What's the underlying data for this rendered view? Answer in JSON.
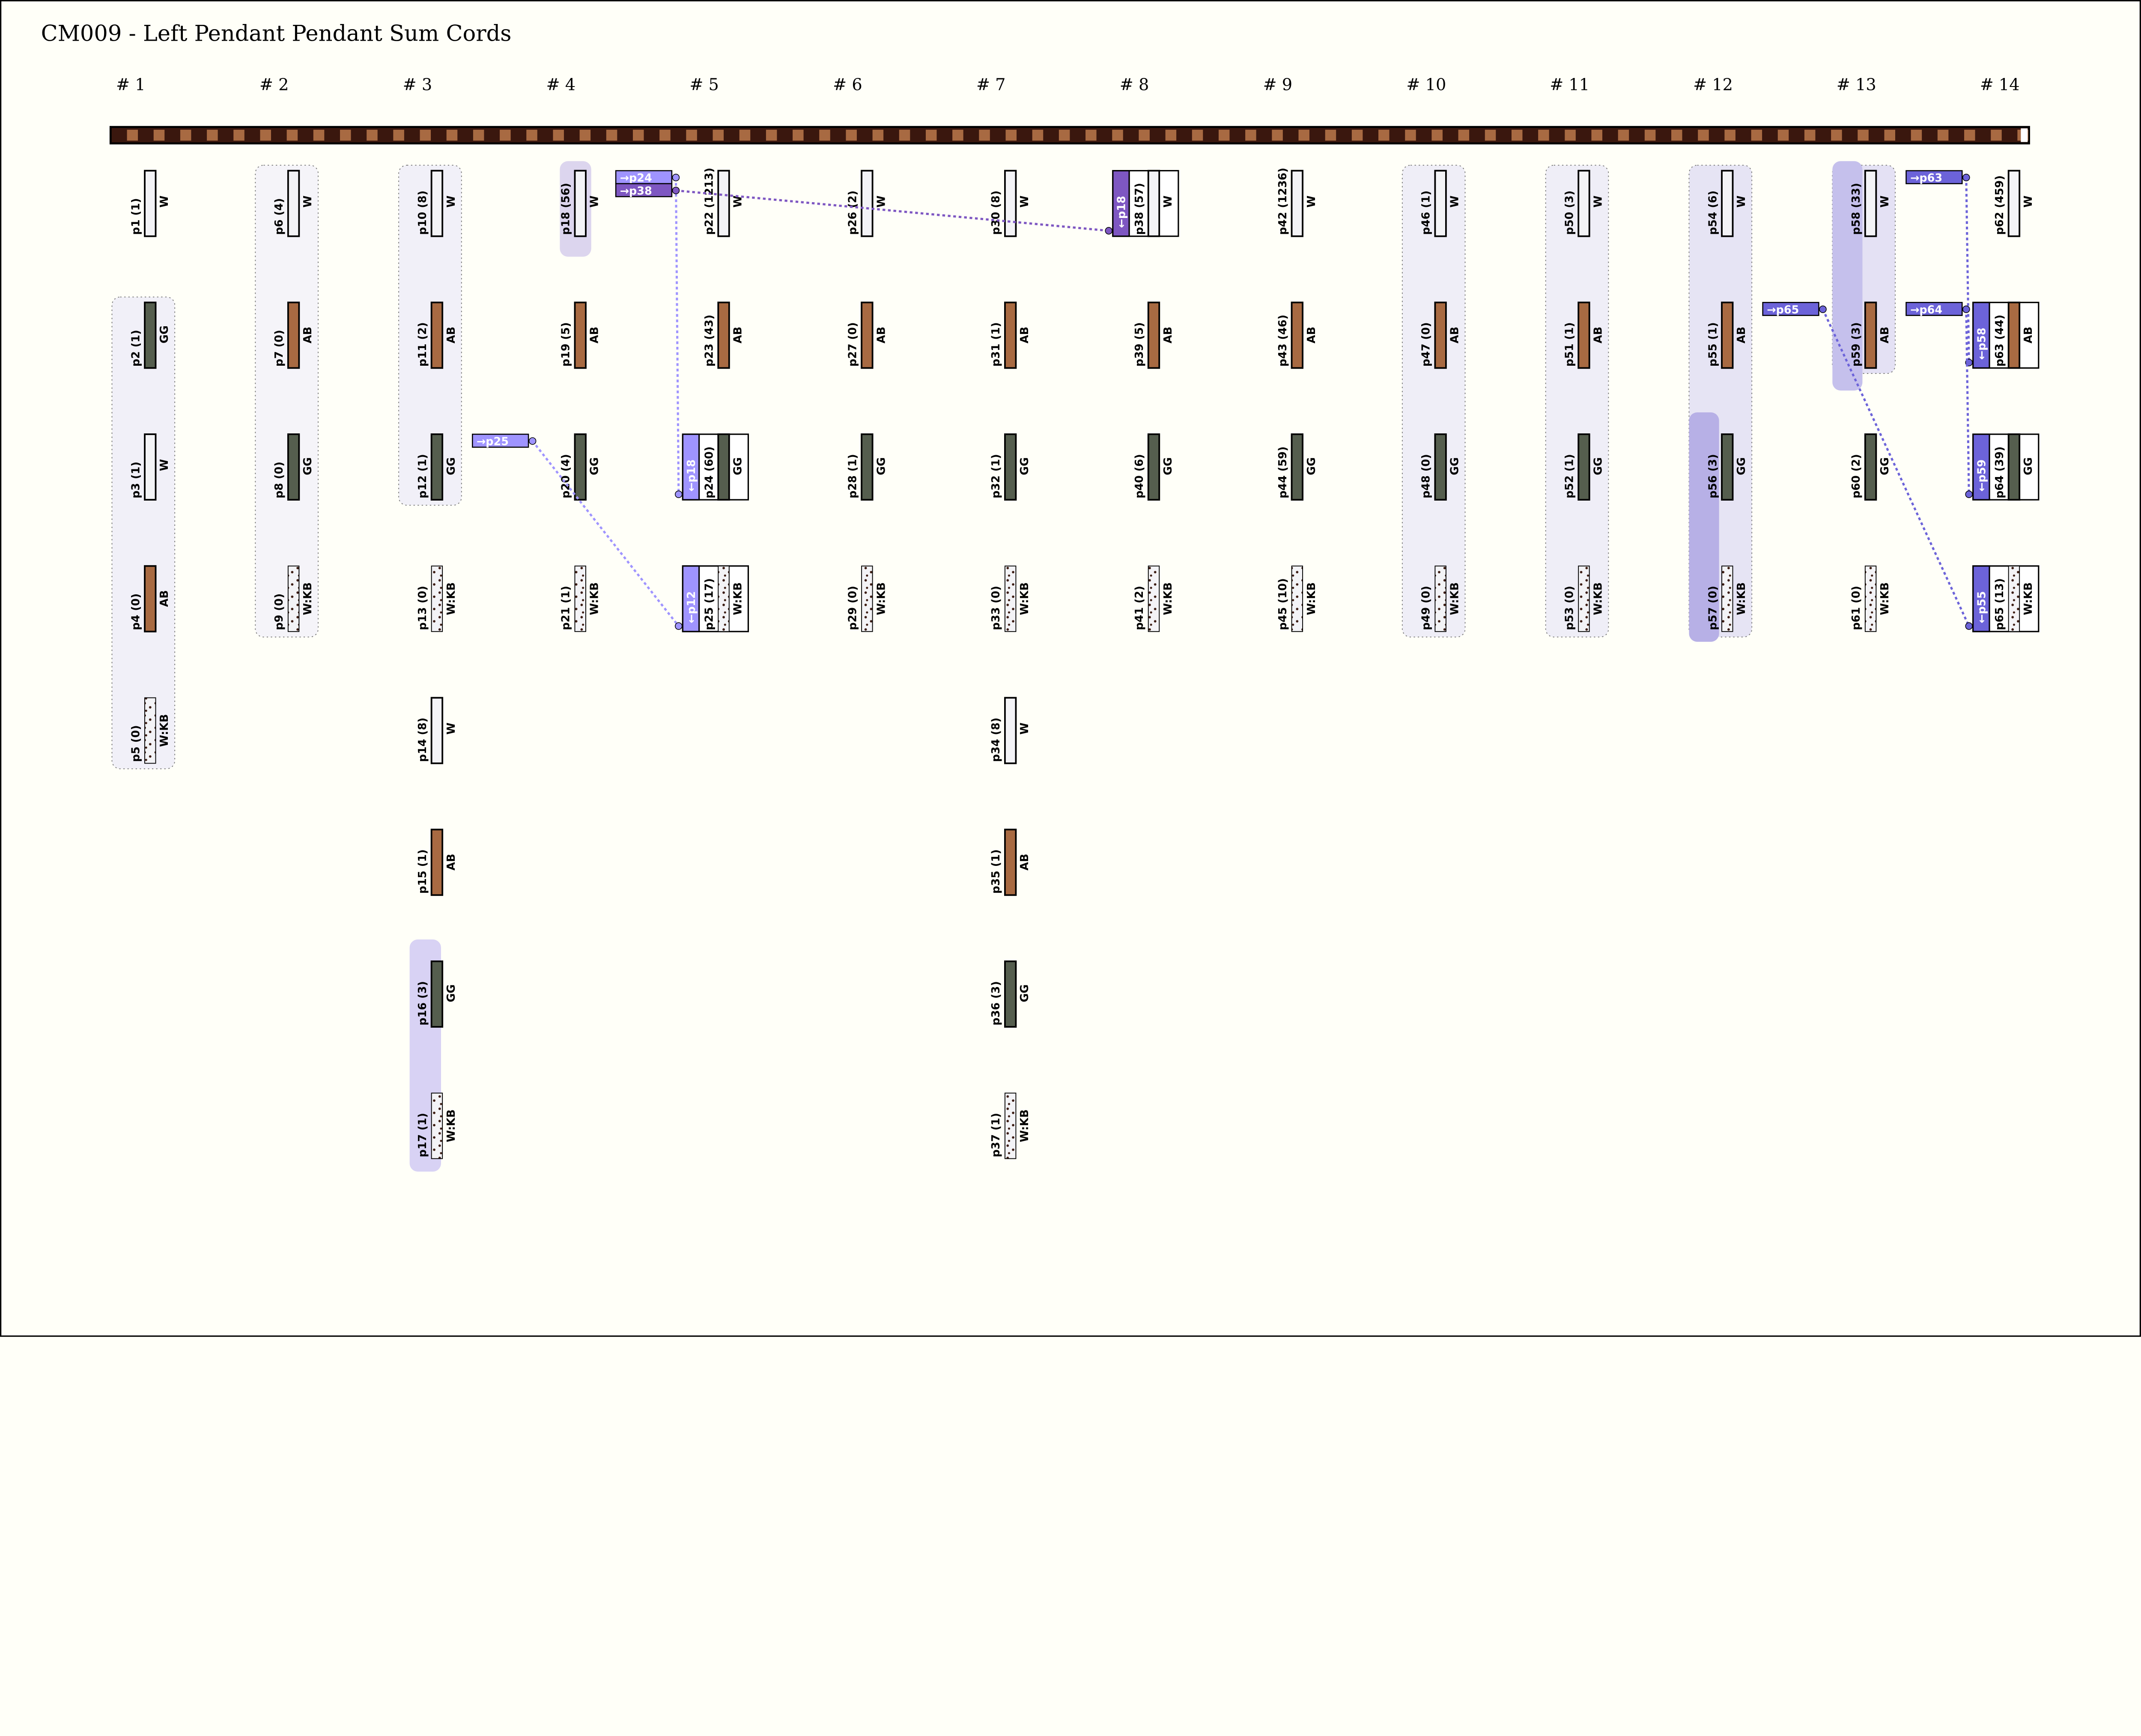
{
  "title": "CM009 - Left Pendant Pendant Sum Cords",
  "groups": [
    "# 1",
    "# 2",
    "# 3",
    "# 4",
    "# 5",
    "# 6",
    "# 7",
    "# 8",
    "# 9",
    "# 10",
    "# 11",
    "# 12",
    "# 13",
    "# 14"
  ],
  "colors": {
    "W": "#f3f3f6",
    "AB": "#a86a42",
    "GG": "#555e4e",
    "W:KB": "#f3f3f6",
    "KB_dots": "#3a1a10",
    "primary_dark": "#3a170e",
    "primary_light": "#a86a42",
    "sum_light": "#9f94ff",
    "sum_dark": "#7e57c2",
    "sum_blue": "#6c63d9"
  },
  "cords": [
    {
      "id": "p1 (1)",
      "color": "W",
      "col": 0,
      "row": 0
    },
    {
      "id": "p2 (1)",
      "color": "GG",
      "col": 0,
      "row": 1
    },
    {
      "id": "p3 (1)",
      "color": "W",
      "col": 0,
      "row": 2
    },
    {
      "id": "p4 (0)",
      "color": "AB",
      "col": 0,
      "row": 3
    },
    {
      "id": "p5 (0)",
      "color": "W:KB",
      "col": 0,
      "row": 4
    },
    {
      "id": "p6 (4)",
      "color": "W",
      "col": 1,
      "row": 0
    },
    {
      "id": "p7 (0)",
      "color": "AB",
      "col": 1,
      "row": 1
    },
    {
      "id": "p8 (0)",
      "color": "GG",
      "col": 1,
      "row": 2
    },
    {
      "id": "p9 (0)",
      "color": "W:KB",
      "col": 1,
      "row": 3
    },
    {
      "id": "p10 (8)",
      "color": "W",
      "col": 2,
      "row": 0
    },
    {
      "id": "p11 (2)",
      "color": "AB",
      "col": 2,
      "row": 1
    },
    {
      "id": "p12 (1)",
      "color": "GG",
      "col": 2,
      "row": 2
    },
    {
      "id": "p13 (0)",
      "color": "W:KB",
      "col": 2,
      "row": 3
    },
    {
      "id": "p14 (8)",
      "color": "W",
      "col": 2,
      "row": 4
    },
    {
      "id": "p15 (1)",
      "color": "AB",
      "col": 2,
      "row": 5
    },
    {
      "id": "p16 (3)",
      "color": "GG",
      "col": 2,
      "row": 6
    },
    {
      "id": "p17 (1)",
      "color": "W:KB",
      "col": 2,
      "row": 7
    },
    {
      "id": "p18 (56)",
      "color": "W",
      "col": 3,
      "row": 0
    },
    {
      "id": "p19 (5)",
      "color": "AB",
      "col": 3,
      "row": 1
    },
    {
      "id": "p20 (4)",
      "color": "GG",
      "col": 3,
      "row": 2
    },
    {
      "id": "p21 (1)",
      "color": "W:KB",
      "col": 3,
      "row": 3
    },
    {
      "id": "p22 (1213)",
      "color": "W",
      "col": 4,
      "row": 0
    },
    {
      "id": "p23 (43)",
      "color": "AB",
      "col": 4,
      "row": 1
    },
    {
      "id": "p24 (60)",
      "color": "GG",
      "col": 4,
      "row": 2,
      "link": "←p18",
      "link_color": "sum_light"
    },
    {
      "id": "p25 (17)",
      "color": "W:KB",
      "col": 4,
      "row": 3,
      "link": "←p12",
      "link_color": "sum_light"
    },
    {
      "id": "p26 (2)",
      "color": "W",
      "col": 5,
      "row": 0
    },
    {
      "id": "p27 (0)",
      "color": "AB",
      "col": 5,
      "row": 1
    },
    {
      "id": "p28 (1)",
      "color": "GG",
      "col": 5,
      "row": 2
    },
    {
      "id": "p29 (0)",
      "color": "W:KB",
      "col": 5,
      "row": 3
    },
    {
      "id": "p30 (8)",
      "color": "W",
      "col": 6,
      "row": 0
    },
    {
      "id": "p31 (1)",
      "color": "AB",
      "col": 6,
      "row": 1
    },
    {
      "id": "p32 (1)",
      "color": "GG",
      "col": 6,
      "row": 2
    },
    {
      "id": "p33 (0)",
      "color": "W:KB",
      "col": 6,
      "row": 3
    },
    {
      "id": "p34 (8)",
      "color": "W",
      "col": 6,
      "row": 4
    },
    {
      "id": "p35 (1)",
      "color": "AB",
      "col": 6,
      "row": 5
    },
    {
      "id": "p36 (3)",
      "color": "GG",
      "col": 6,
      "row": 6
    },
    {
      "id": "p37 (1)",
      "color": "W:KB",
      "col": 6,
      "row": 7
    },
    {
      "id": "p38 (57)",
      "color": "W",
      "col": 7,
      "row": 0,
      "link": "←p18",
      "link_color": "sum_dark"
    },
    {
      "id": "p39 (5)",
      "color": "AB",
      "col": 7,
      "row": 1
    },
    {
      "id": "p40 (6)",
      "color": "GG",
      "col": 7,
      "row": 2
    },
    {
      "id": "p41 (2)",
      "color": "W:KB",
      "col": 7,
      "row": 3
    },
    {
      "id": "p42 (1236)",
      "color": "W",
      "col": 8,
      "row": 0
    },
    {
      "id": "p43 (46)",
      "color": "AB",
      "col": 8,
      "row": 1
    },
    {
      "id": "p44 (59)",
      "color": "GG",
      "col": 8,
      "row": 2
    },
    {
      "id": "p45 (10)",
      "color": "W:KB",
      "col": 8,
      "row": 3
    },
    {
      "id": "p46 (1)",
      "color": "W",
      "col": 9,
      "row": 0
    },
    {
      "id": "p47 (0)",
      "color": "AB",
      "col": 9,
      "row": 1
    },
    {
      "id": "p48 (0)",
      "color": "GG",
      "col": 9,
      "row": 2
    },
    {
      "id": "p49 (0)",
      "color": "W:KB",
      "col": 9,
      "row": 3
    },
    {
      "id": "p50 (3)",
      "color": "W",
      "col": 10,
      "row": 0
    },
    {
      "id": "p51 (1)",
      "color": "AB",
      "col": 10,
      "row": 1
    },
    {
      "id": "p52 (1)",
      "color": "GG",
      "col": 10,
      "row": 2
    },
    {
      "id": "p53 (0)",
      "color": "W:KB",
      "col": 10,
      "row": 3
    },
    {
      "id": "p54 (6)",
      "color": "W",
      "col": 11,
      "row": 0
    },
    {
      "id": "p55 (1)",
      "color": "AB",
      "col": 11,
      "row": 1
    },
    {
      "id": "p56 (3)",
      "color": "GG",
      "col": 11,
      "row": 2
    },
    {
      "id": "p57 (0)",
      "color": "W:KB",
      "col": 11,
      "row": 3
    },
    {
      "id": "p58 (33)",
      "color": "W",
      "col": 12,
      "row": 0
    },
    {
      "id": "p59 (3)",
      "color": "AB",
      "col": 12,
      "row": 1
    },
    {
      "id": "p60 (2)",
      "color": "GG",
      "col": 12,
      "row": 2
    },
    {
      "id": "p61 (0)",
      "color": "W:KB",
      "col": 12,
      "row": 3
    },
    {
      "id": "p62 (459)",
      "color": "W",
      "col": 13,
      "row": 0
    },
    {
      "id": "p63 (44)",
      "color": "AB",
      "col": 13,
      "row": 1,
      "link": "←p58",
      "link_color": "sum_blue"
    },
    {
      "id": "p64 (39)",
      "color": "GG",
      "col": 13,
      "row": 2,
      "link": "←p59",
      "link_color": "sum_blue"
    },
    {
      "id": "p65 (13)",
      "color": "W:KB",
      "col": 13,
      "row": 3,
      "link": "←p55",
      "link_color": "sum_blue"
    }
  ],
  "sums": [
    {
      "label": "→p24",
      "from_col": 3,
      "row": 0,
      "slot": 0,
      "color": "sum_light",
      "to_col": 4,
      "to_row": 2
    },
    {
      "label": "→p38",
      "from_col": 3,
      "row": 0,
      "slot": 1,
      "color": "sum_dark",
      "to_col": 7,
      "to_row": 0
    },
    {
      "label": "→p25",
      "from_col": 2,
      "row": 2,
      "slot": 0,
      "color": "sum_light",
      "to_col": 4,
      "to_row": 3
    },
    {
      "label": "→p65",
      "from_col": 11,
      "row": 1,
      "slot": 0,
      "color": "sum_blue",
      "to_col": 13,
      "to_row": 3
    },
    {
      "label": "→p63",
      "from_col": 12,
      "row": 0,
      "slot": 0,
      "color": "sum_blue",
      "to_col": 13,
      "to_row": 1
    },
    {
      "label": "→p64",
      "from_col": 12,
      "row": 1,
      "slot": 0,
      "color": "sum_blue",
      "to_col": 13,
      "to_row": 2
    }
  ]
}
